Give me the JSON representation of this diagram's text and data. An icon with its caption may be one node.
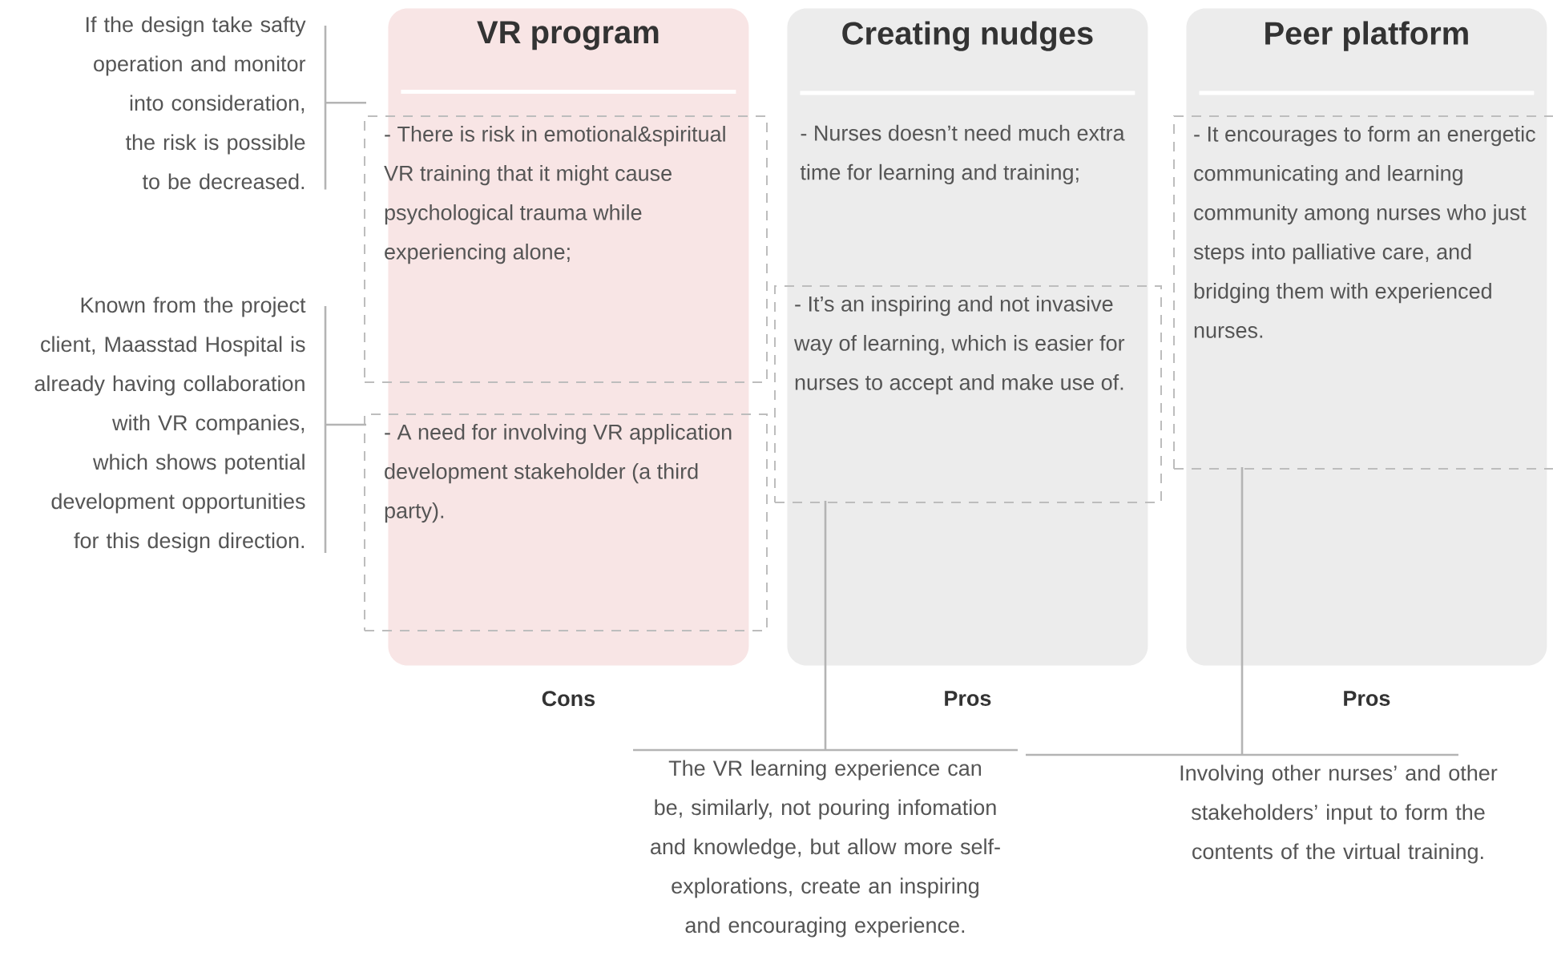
{
  "diagram": {
    "nodes": [
      {
        "text": [
          "VR program"
        ],
        "beside": [
          "Cons"
        ]
      },
      {
        "text": [
          "- There is risk in emotional&spiritual VR training that it might cause psychological trauma while experiencing alone;"
        ]
      },
      {
        "text": [
          "- A need for involving VR application development stakeholder (a third party)."
        ]
      },
      {
        "text": [
          "Creating nudges",
          "- Nurses doesn’t need much extra time for learning and training;"
        ],
        "beside": [
          "Pros"
        ]
      },
      {
        "text": [
          "- It’s an inspiring and not invasive way of learning, which is easier for nurses to accept and make use of."
        ]
      },
      {
        "text": [
          "Peer platform"
        ],
        "beside": [
          "Pros"
        ]
      },
      {
        "text": [
          "- It encourages to form an energetic communicating and learning community among nurses who just steps into palliative care, and bridging them with experienced nurses."
        ]
      },
      {
        "text": [
          "If the design take safty operation and monitor into consideration, the risk is possible to be decreased."
        ]
      },
      {
        "text": [
          "Known from the project client, Maasstad Hospital is already having collaboration with VR companies, which shows potential development opportunities for this design direction."
        ]
      },
      {
        "text": [
          "The VR learning experience can be, similarly, not pouring infomation and knowledge, but allow more self-explorations, create an inspiring and encouraging experience."
        ]
      },
      {
        "text": [
          "Involving other nurses’ and other stakeholders’ input to form the contents of the virtual training."
        ]
      }
    ],
    "edges": [
      {
        "from": 7,
        "to": 1,
        "arrow": "none"
      },
      {
        "from": 8,
        "to": 2,
        "arrow": "none"
      },
      {
        "from": 9,
        "to": 4,
        "arrow": "none"
      },
      {
        "from": 10,
        "to": 6,
        "arrow": "none"
      }
    ]
  }
}
